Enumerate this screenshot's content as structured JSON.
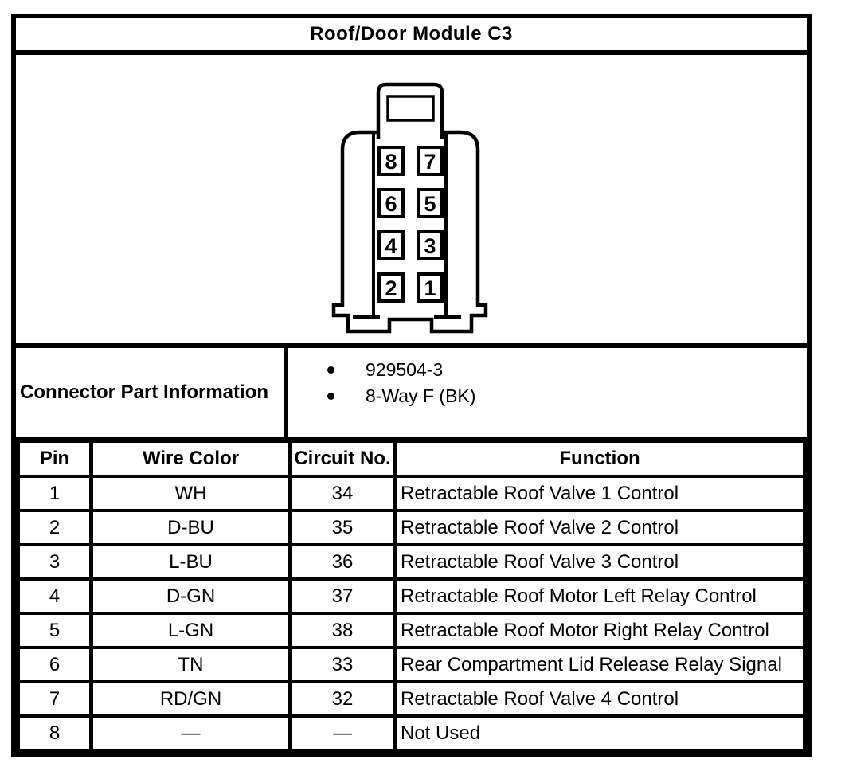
{
  "title": "Roof/Door Module C3",
  "connector": {
    "description": "8-way female connector face view",
    "pin_rows": [
      [
        "8",
        "7"
      ],
      [
        "6",
        "5"
      ],
      [
        "4",
        "3"
      ],
      [
        "2",
        "1"
      ]
    ]
  },
  "part_info": {
    "label": "Connector Part Information",
    "items": [
      "929504-3",
      "8-Way F (BK)"
    ]
  },
  "table": {
    "headers": [
      "Pin",
      "Wire Color",
      "Circuit No.",
      "Function"
    ],
    "rows": [
      [
        "1",
        "WH",
        "34",
        "Retractable Roof Valve 1 Control"
      ],
      [
        "2",
        "D-BU",
        "35",
        "Retractable Roof Valve 2 Control"
      ],
      [
        "3",
        "L-BU",
        "36",
        "Retractable Roof Valve 3 Control"
      ],
      [
        "4",
        "D-GN",
        "37",
        "Retractable Roof Motor Left Relay Control"
      ],
      [
        "5",
        "L-GN",
        "38",
        "Retractable Roof Motor Right Relay Control"
      ],
      [
        "6",
        "TN",
        "33",
        "Rear Compartment Lid Release Relay Signal"
      ],
      [
        "7",
        "RD/GN",
        "32",
        "Retractable Roof Valve 4 Control"
      ],
      [
        "8",
        "—",
        "—",
        "Not Used"
      ]
    ]
  },
  "colors": {
    "line": "#000000",
    "background": "#ffffff"
  }
}
